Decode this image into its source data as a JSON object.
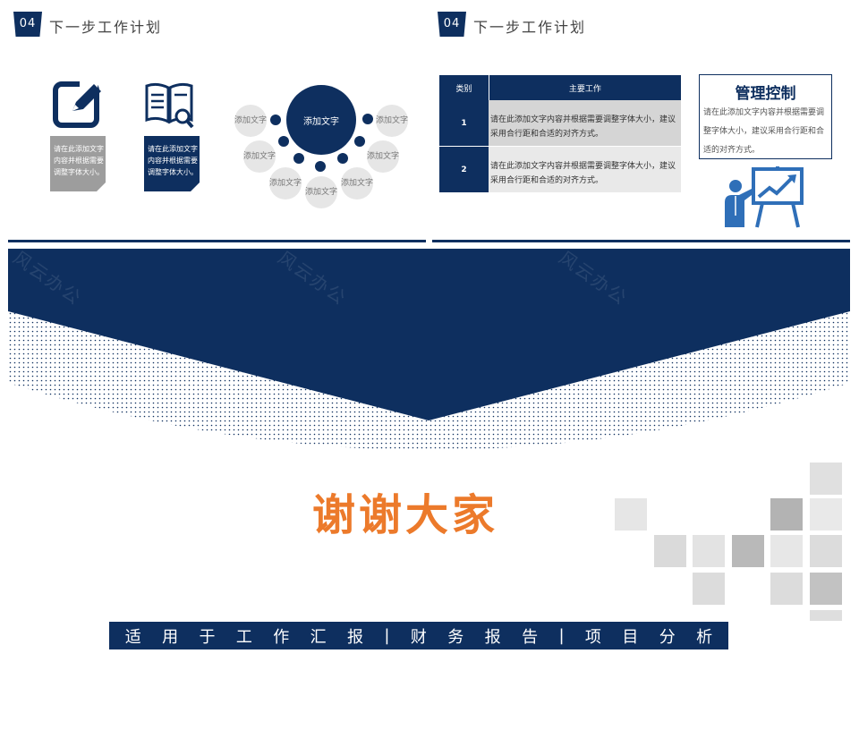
{
  "left_section": {
    "badge": "04",
    "title": "下一步工作计划",
    "note_gray": "请在此添加文字内容并根据需要调整字体大小。",
    "note_navy": "请在此添加文字内容并根据需要调整字体大小。",
    "center_bubble": "添加文字",
    "bubbles": [
      "添加文字",
      "添加文字",
      "添加文字",
      "添加文字",
      "添加文字",
      "添加文字",
      "添加文字"
    ],
    "icons": [
      "edit-icon",
      "book-search-icon"
    ]
  },
  "right_section": {
    "badge": "04",
    "title": "下一步工作计划",
    "table": {
      "headers": [
        "类别",
        "主要工作"
      ],
      "rows": [
        {
          "num": "1",
          "text": "请在此添加文字内容并根据需要调整字体大小，建议采用合行距和合适的对齐方式。"
        },
        {
          "num": "2",
          "text": "请在此添加文字内容并根据需要调整字体大小，建议采用合行距和合适的对齐方式。"
        }
      ]
    },
    "mgmt_title": "管理控制",
    "mgmt_text": "请在此添加文字内容并根据需要调整字体大小，建议采用合行距和合适的对齐方式。",
    "icon": "presentation-chart-icon"
  },
  "watermark": "风云办公",
  "thanks": "谢谢大家",
  "bottom_items": [
    "适",
    "用",
    "于",
    "工",
    "作",
    "汇",
    "报",
    "|",
    "财",
    "务",
    "报",
    "告",
    "|",
    "项",
    "目",
    "分",
    "析"
  ],
  "colors": {
    "navy": "#0e2f5f",
    "orange": "#ec7a2b",
    "gray": "#9d9d9d"
  }
}
